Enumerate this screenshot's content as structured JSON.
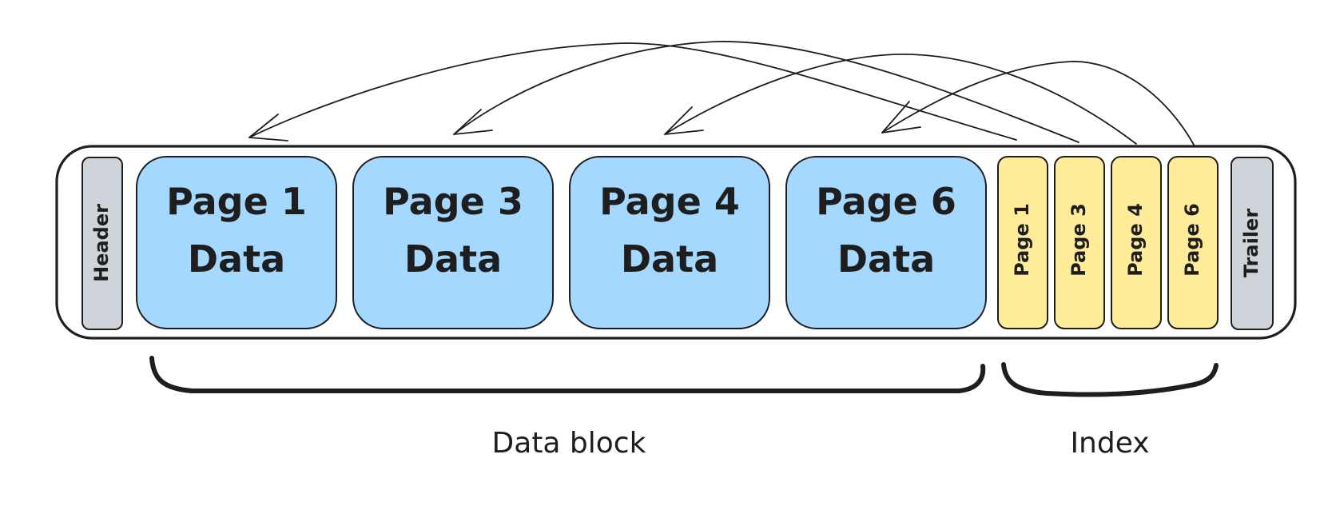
{
  "segments": {
    "header_label": "Header",
    "trailer_label": "Trailer"
  },
  "data_pages": [
    {
      "line1": "Page 1",
      "line2": "Data"
    },
    {
      "line1": "Page 3",
      "line2": "Data"
    },
    {
      "line1": "Page 4",
      "line2": "Data"
    },
    {
      "line1": "Page 6",
      "line2": "Data"
    }
  ],
  "index_entries": [
    "Page 1",
    "Page 3",
    "Page 4",
    "Page 6"
  ],
  "braces": {
    "data_block_label": "Data block",
    "index_label": "Index"
  },
  "colors": {
    "data_fill": "#a5d8ff",
    "index_fill": "#ffec99",
    "meta_fill": "#ced4da",
    "stroke": "#1e1e1e"
  }
}
